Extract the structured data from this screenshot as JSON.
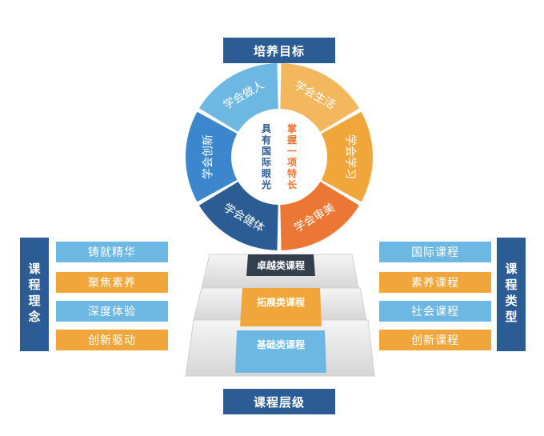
{
  "top_title": "培养目标",
  "bottom_title": "课程层级",
  "left_title": "课程理念",
  "right_title": "课程类型",
  "left_items": [
    "铸就精华",
    "聚焦素养",
    "深度体验",
    "创新驱动"
  ],
  "right_items": [
    "国际课程",
    "素养课程",
    "社会课程",
    "创新课程"
  ],
  "wheel": {
    "segments": [
      {
        "label": "学会生活",
        "color": "#f3b75e"
      },
      {
        "label": "学会学习",
        "color": "#f0a63a"
      },
      {
        "label": "学会审美",
        "color": "#ec7634"
      },
      {
        "label": "学会健体",
        "color": "#2b5c94"
      },
      {
        "label": "学会创新",
        "color": "#3b86cc"
      },
      {
        "label": "学会做人",
        "color": "#6cb8e3"
      }
    ],
    "center_left": "具有国际眼光",
    "center_right": "掌握一项特长",
    "center_left_color": "#2b5c94",
    "center_right_color": "#ec7634"
  },
  "stairs": {
    "levels": [
      {
        "label": "卓越类课程",
        "color": "#333f4d"
      },
      {
        "label": "拓展类课程",
        "color": "#f0a63a"
      },
      {
        "label": "基础类课程",
        "color": "#6cb8e3"
      }
    ]
  }
}
